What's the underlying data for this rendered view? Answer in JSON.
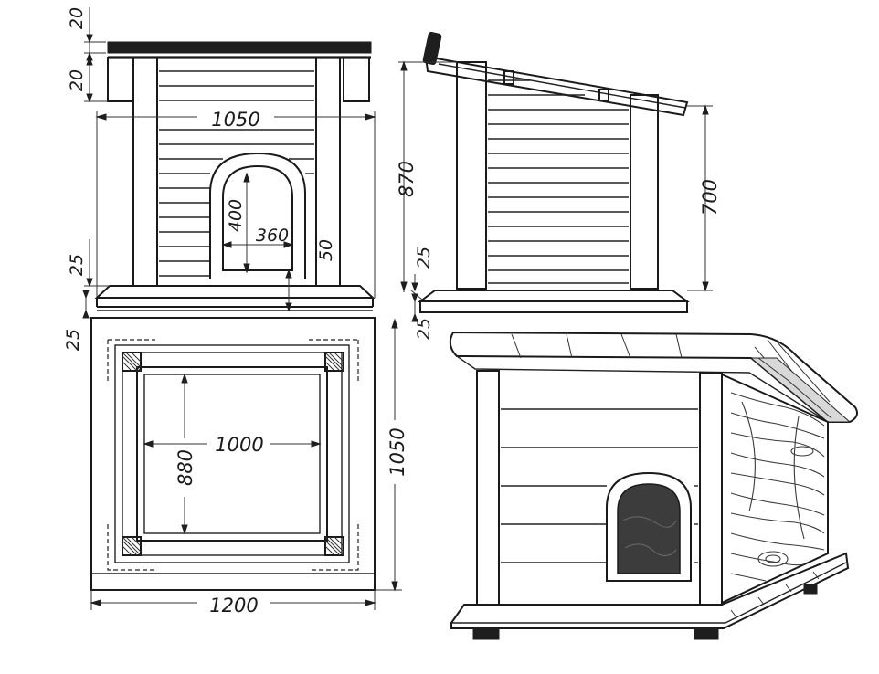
{
  "dimensions": {
    "front_top_thickness": "20",
    "front_roof_overhang": "20",
    "front_width": "1050",
    "door_height": "400",
    "door_width": "360",
    "door_sill": "50",
    "front_floor_offset": "25",
    "base_thickness_left": "25",
    "side_height_front": "870",
    "side_height_rear": "700",
    "side_floor_offset": "25",
    "side_base_thickness": "25",
    "plan_inner_width": "1000",
    "plan_inner_depth": "880",
    "plan_depth": "1050",
    "plan_width": "1200"
  }
}
